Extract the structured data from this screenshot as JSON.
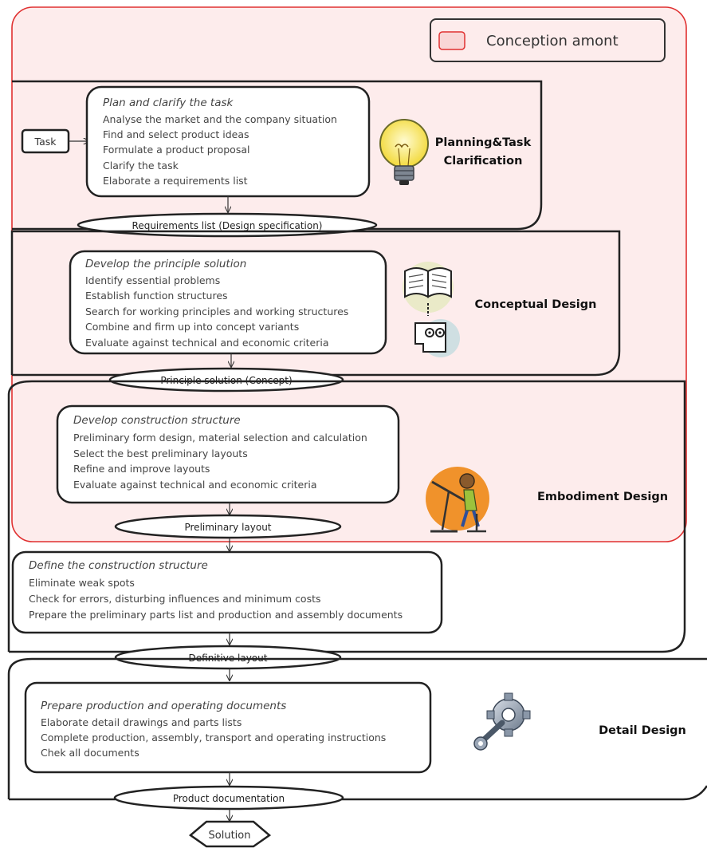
{
  "legend": {
    "label": "Conception amont",
    "color": "#fdecec",
    "border": "#e03030"
  },
  "task_label": "Task",
  "phases": [
    {
      "label": "Planning&Task Clarification",
      "label_lines": [
        "Planning&Task",
        "Clarification"
      ],
      "icon": "lightbulb-icon",
      "steps": [
        {
          "title": "Plan and clarify the task",
          "items": [
            "Analyse the market and the company situation",
            "Find and select product ideas",
            "Formulate a product proposal",
            "Clarify the task",
            "Elaborate a requirements list"
          ]
        }
      ],
      "output": "Requirements list (Design specification)"
    },
    {
      "label": "Conceptual Design",
      "icon": "book-thinker-icon",
      "steps": [
        {
          "title": "Develop the principle solution",
          "items": [
            "Identify essential problems",
            "Establish function structures",
            "Search for working principles and working structures",
            "Combine and firm up into concept variants",
            "Evaluate against technical and economic criteria"
          ]
        }
      ],
      "output": "Principle solution (Concept)"
    },
    {
      "label": "Embodiment Design",
      "icon": "drafting-person-icon",
      "steps": [
        {
          "title": "Develop construction structure",
          "items": [
            "Preliminary form design, material selection and calculation",
            "Select the best preliminary layouts",
            "Refine and improve layouts",
            "Evaluate against technical and economic criteria"
          ],
          "output": "Preliminary layout"
        },
        {
          "title": "Define the construction structure",
          "items": [
            "Eliminate weak spots",
            "Check for errors, disturbing influences and minimum costs",
            "Prepare the preliminary parts list and production and assembly documents"
          ]
        }
      ],
      "output": "Definitive layout"
    },
    {
      "label": "Detail Design",
      "icon": "gear-wrench-icon",
      "steps": [
        {
          "title": "Prepare production and operating documents",
          "items": [
            "Elaborate detail drawings and parts lists",
            "Complete production, assembly, transport and operating instructions",
            "Chek all documents"
          ]
        }
      ],
      "output": "Product documentation"
    }
  ],
  "final_output": "Solution"
}
